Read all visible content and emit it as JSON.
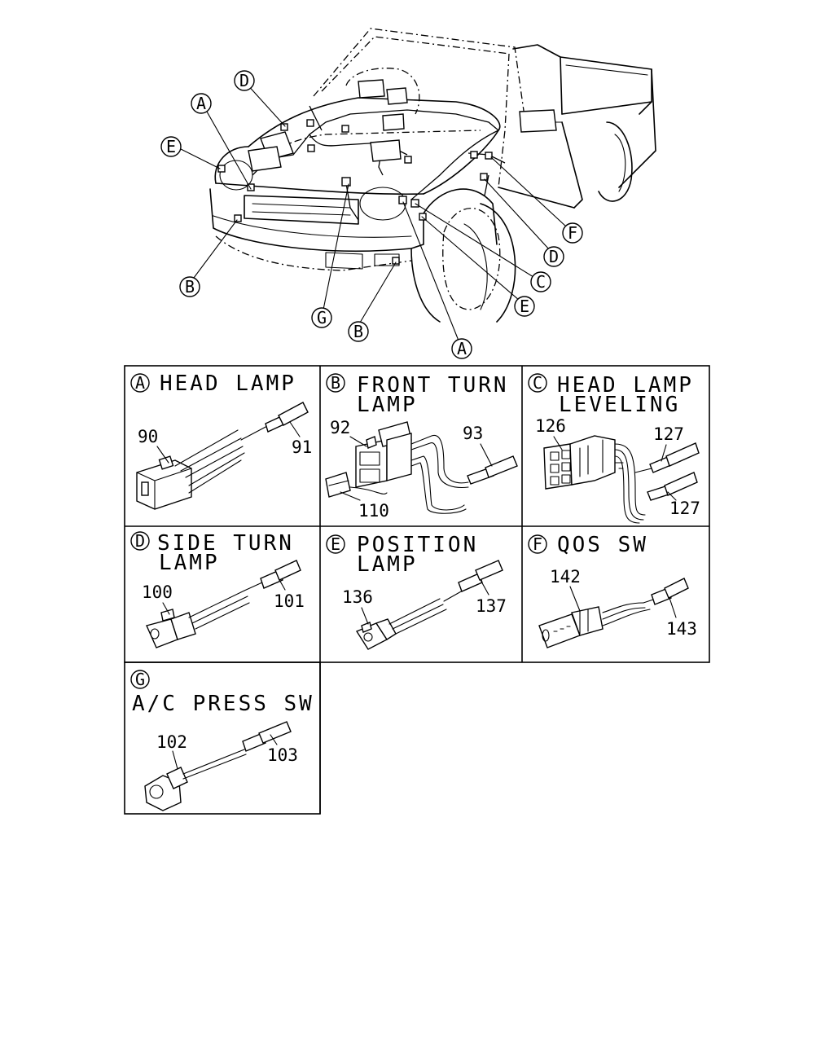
{
  "callouts": {
    "A": "A",
    "B": "B",
    "C": "C",
    "D": "D",
    "E": "E",
    "F": "F",
    "G": "G"
  },
  "panels": [
    {
      "letter": "A",
      "title_lines": [
        "HEAD LAMP"
      ],
      "parts": [
        "90",
        "91"
      ]
    },
    {
      "letter": "B",
      "title_lines": [
        "FRONT TURN",
        "LAMP"
      ],
      "parts": [
        "92",
        "93",
        "110"
      ]
    },
    {
      "letter": "C",
      "title_lines": [
        "HEAD LAMP",
        "LEVELING"
      ],
      "parts": [
        "126",
        "127",
        "127"
      ]
    },
    {
      "letter": "D",
      "title_lines": [
        "SIDE TURN",
        "LAMP"
      ],
      "parts": [
        "100",
        "101"
      ]
    },
    {
      "letter": "E",
      "title_lines": [
        "POSITION",
        "LAMP"
      ],
      "parts": [
        "136",
        "137"
      ]
    },
    {
      "letter": "F",
      "title_lines": [
        "QOS SW"
      ],
      "parts": [
        "142",
        "143"
      ]
    },
    {
      "letter": "G",
      "title_lines": [
        "A/C PRESS SW"
      ],
      "parts": [
        "102",
        "103"
      ]
    }
  ]
}
